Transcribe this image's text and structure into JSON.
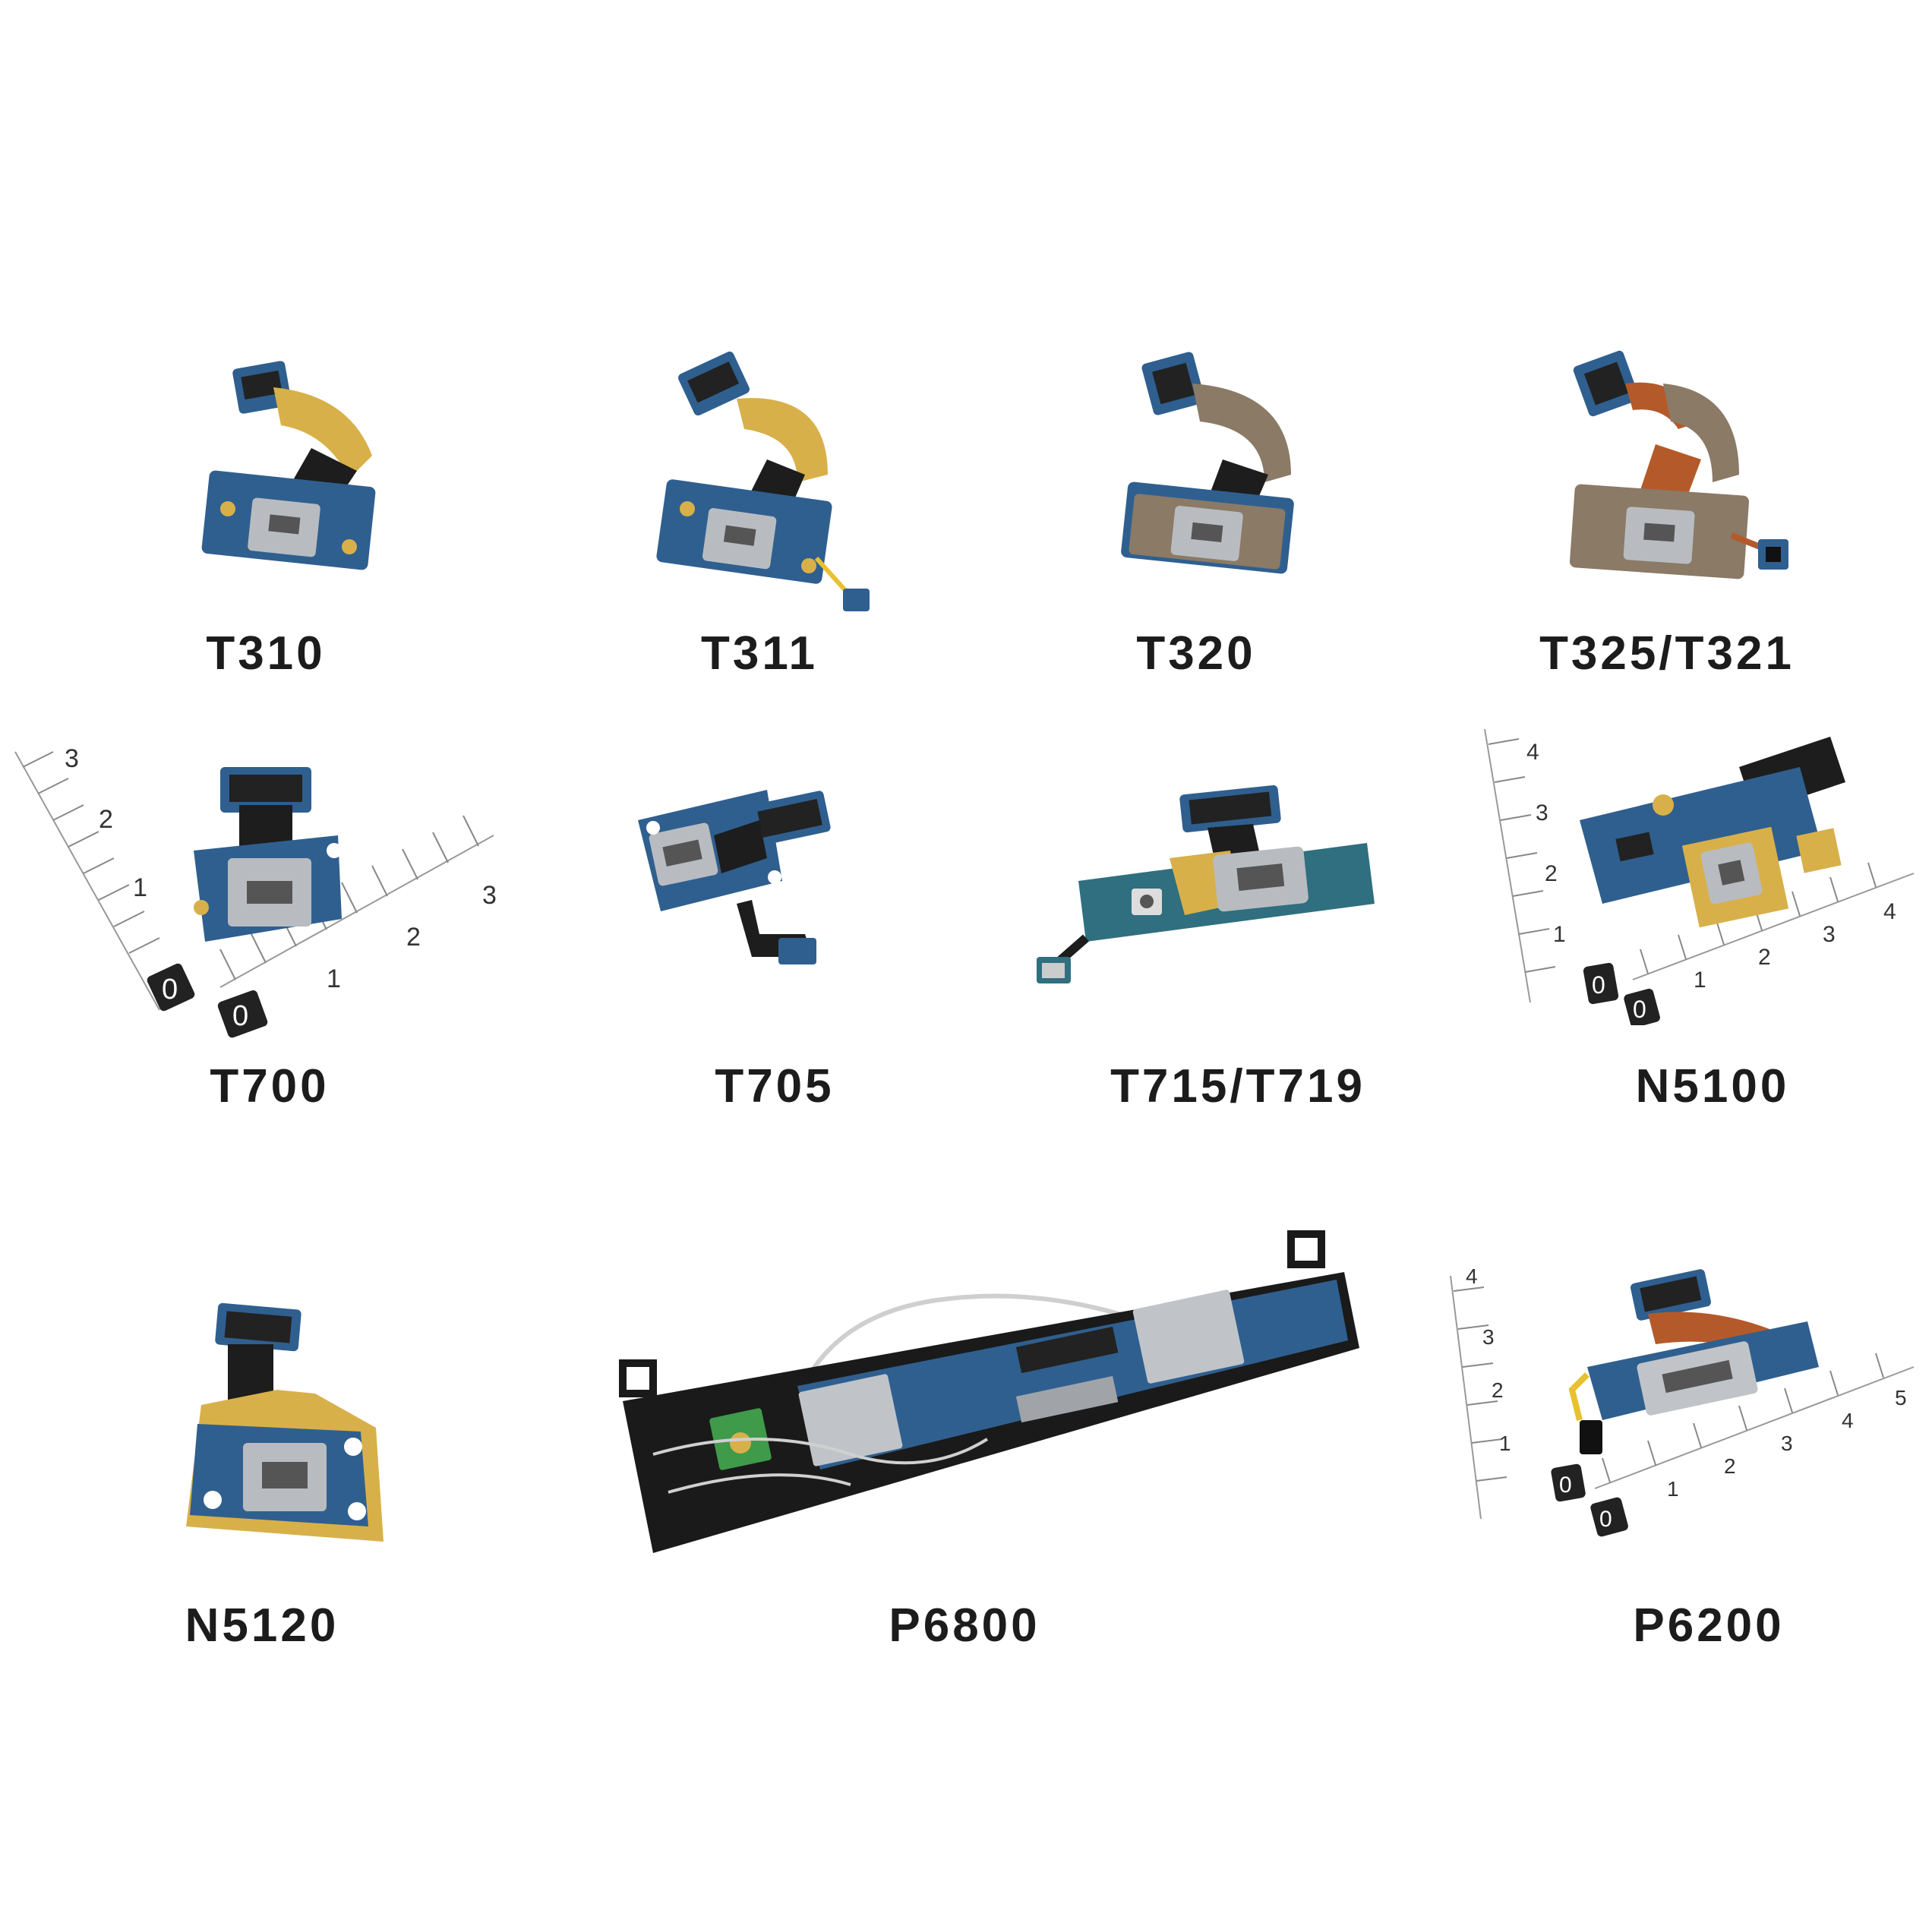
{
  "products": [
    {
      "id": "t310",
      "label": "T310"
    },
    {
      "id": "t311",
      "label": "T311"
    },
    {
      "id": "t320",
      "label": "T320"
    },
    {
      "id": "t325",
      "label": "T325/T321"
    },
    {
      "id": "t700",
      "label": "T700"
    },
    {
      "id": "t705",
      "label": "T705"
    },
    {
      "id": "t715",
      "label": "T715/T719"
    },
    {
      "id": "n5100",
      "label": "N5100"
    },
    {
      "id": "n5120",
      "label": "N5120"
    },
    {
      "id": "p6800",
      "label": "P6800"
    },
    {
      "id": "p6200",
      "label": "P6200"
    }
  ],
  "colors": {
    "pcb_blue": "#2f5f8f",
    "gold": "#d8b04a",
    "flex_black": "#1d1d1d",
    "flex_orange": "#b45a2a",
    "connector_silver": "#b8bcc0",
    "label_text": "#1c1c1c"
  },
  "rulers": {
    "t700": {
      "vertical": [
        "0",
        "1",
        "2",
        "3"
      ],
      "horizontal": [
        "0",
        "1",
        "2",
        "3"
      ]
    },
    "n5100": {
      "vertical": [
        "0",
        "1",
        "2",
        "3",
        "4"
      ],
      "horizontal": [
        "0",
        "1",
        "2",
        "3",
        "4"
      ]
    },
    "p6200": {
      "vertical": [
        "0",
        "1",
        "2",
        "3",
        "4"
      ],
      "horizontal": [
        "0",
        "1",
        "2",
        "3",
        "4",
        "5"
      ]
    }
  }
}
